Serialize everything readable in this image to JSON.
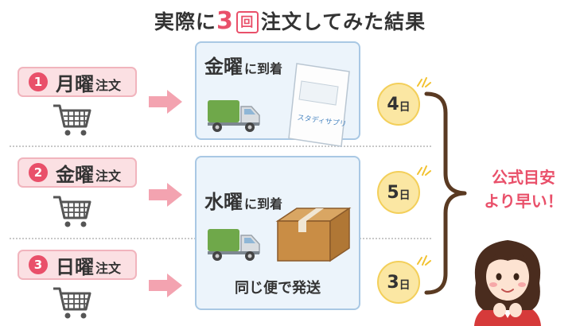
{
  "title": {
    "before": "実際に",
    "count": "3",
    "counter_unit": "回",
    "after": "注文してみた結果"
  },
  "orders": [
    {
      "badge": "1",
      "day": "月曜",
      "suffix": "注文"
    },
    {
      "badge": "2",
      "day": "金曜",
      "suffix": "注文"
    },
    {
      "badge": "3",
      "day": "日曜",
      "suffix": "注文"
    }
  ],
  "results": [
    {
      "day": "金曜",
      "suffix": "に到着",
      "product_label": "スタディサプリ"
    },
    {
      "day": "水曜",
      "suffix": "に到着",
      "note": "同じ便で発送"
    }
  ],
  "durations": [
    {
      "number": "4",
      "unit": "日"
    },
    {
      "number": "5",
      "unit": "日"
    },
    {
      "number": "3",
      "unit": "日"
    }
  ],
  "conclusion": {
    "line1": "公式目安",
    "line2": "より早い！"
  },
  "colors": {
    "accent_pink": "#e9506a",
    "order_bg": "#fbe0e3",
    "result_bg": "#ecf4fb",
    "days_bg": "#fbe7a3",
    "truck_green": "#6fa84a",
    "brace_brown": "#5a3a22"
  },
  "icons": [
    "shopping-cart-icon",
    "right-arrow-icon",
    "delivery-truck-icon",
    "cardboard-box-icon",
    "booklet-icon",
    "sparkle-icon",
    "curly-brace-icon",
    "woman-illustration"
  ]
}
